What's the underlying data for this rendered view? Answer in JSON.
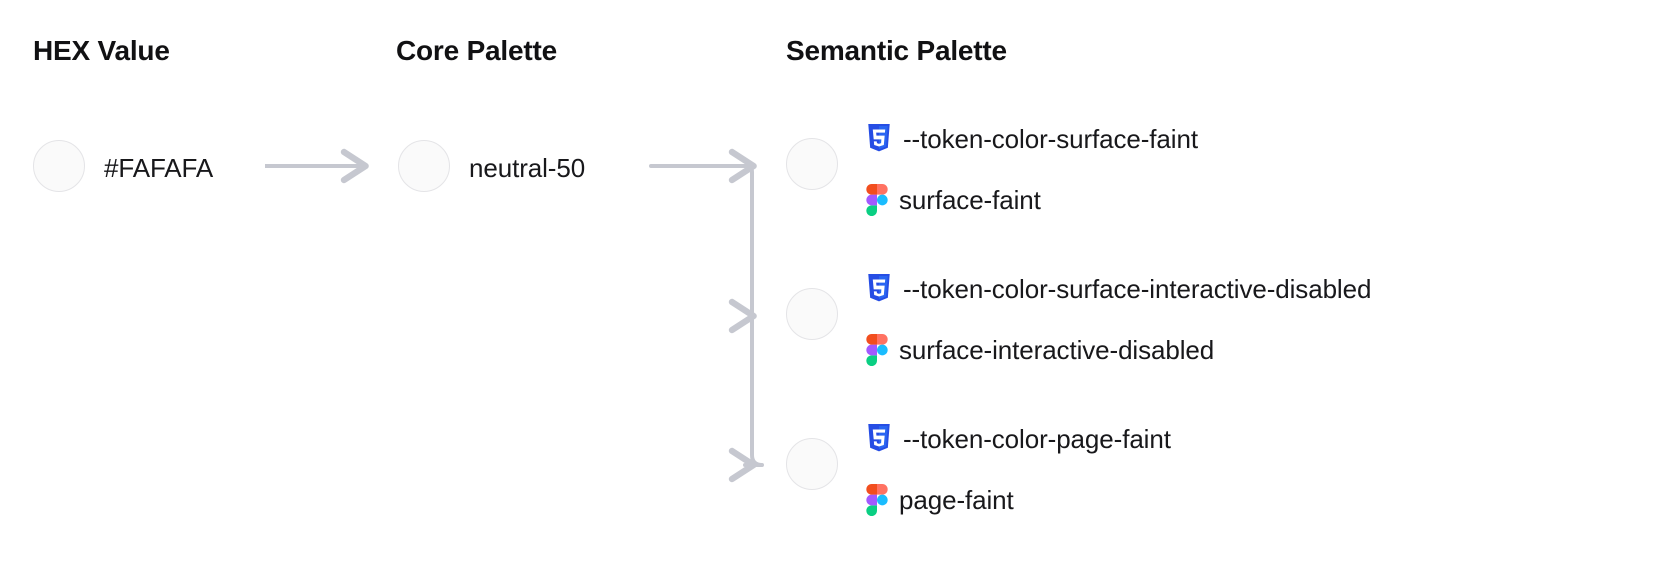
{
  "columns": {
    "hex": "HEX Value",
    "core": "Core Palette",
    "semantic": "Semantic Palette"
  },
  "swatch_color": "#FAFAFA",
  "swatch_border": "#E4E4E7",
  "connector_color": "#C6C8D0",
  "hex": {
    "value": "#FAFAFA"
  },
  "core": {
    "value": "neutral-50"
  },
  "semantic": {
    "items": [
      {
        "css_icon": "css3-icon",
        "css_token": "--token-color-surface-faint",
        "figma_icon": "figma-icon",
        "figma_token": "surface-faint"
      },
      {
        "css_icon": "css3-icon",
        "css_token": "--token-color-surface-interactive-disabled",
        "figma_icon": "figma-icon",
        "figma_token": "surface-interactive-disabled"
      },
      {
        "css_icon": "css3-icon",
        "css_token": "--token-color-page-faint",
        "figma_icon": "figma-icon",
        "figma_token": "page-faint"
      }
    ]
  },
  "icon_colors": {
    "css3_shield": "#264DE4",
    "css3_shield_light": "#2965F1",
    "css3_glyph": "#FFFFFF",
    "figma_orange": "#F24E1E",
    "figma_purple": "#A259FF",
    "figma_blue": "#1ABCFE",
    "figma_green": "#0ACF83",
    "figma_red": "#FF7262"
  }
}
